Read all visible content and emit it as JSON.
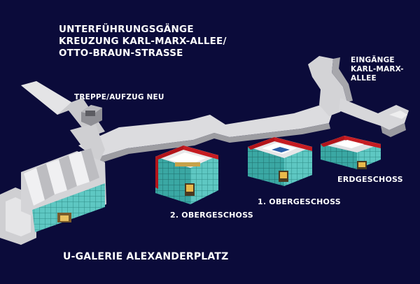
{
  "title": {
    "line1": "UNTERFÜHRUNGSGÄNGE",
    "line2": "KREUZUNG KARL-MARX-ALLEE/",
    "line3": "OTTO-BRAUN-STRASSE"
  },
  "labels": {
    "treppe": "TREPPE/AUFZUG NEU",
    "eingaenge_line1": "EINGÄNGE",
    "eingaenge_line2": "KARL-MARX-",
    "eingaenge_line3": "ALLEE",
    "obergeschoss_2": "2. OBERGESCHOSS",
    "obergeschoss_1": "1. OBERGESCHOSS",
    "erdgeschoss": "ERDGESCHOSS",
    "galerie": "U-GALERIE ALEXANDERPLATZ"
  },
  "colors": {
    "background": "#0b0b3a",
    "corridor": "#d9d9dc",
    "glass": "#5ec7c2",
    "wall_red": "#b3141a",
    "text": "#ffffff"
  }
}
